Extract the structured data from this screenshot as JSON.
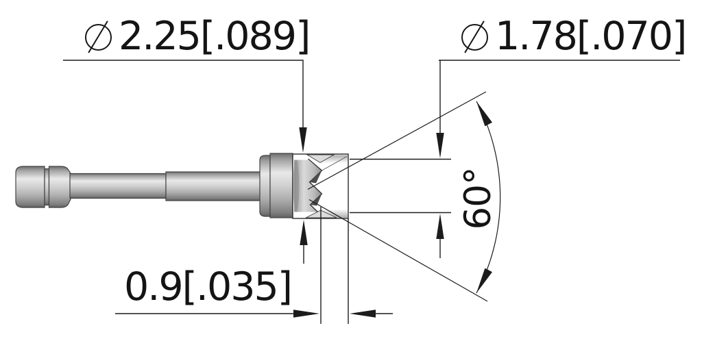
{
  "drawing": {
    "type": "technical-dimension-drawing",
    "subject": "crown-tip test probe, side view",
    "background_color": "#ffffff",
    "line_color": "#1c1c1c",
    "metal_shades": {
      "light": "#e8e8e8",
      "mid": "#c0c0c0",
      "dark": "#6e6e6e"
    },
    "dimensions": {
      "barrel_diameter": {
        "symbol": "diameter-sign",
        "text": "2.25[.089]"
      },
      "tip_inner_diameter": {
        "symbol": "diameter-sign",
        "text": "1.78[.070]"
      },
      "tip_depth": {
        "text": "0.9[.035]"
      },
      "cone_angle": {
        "text": "60°"
      }
    }
  }
}
